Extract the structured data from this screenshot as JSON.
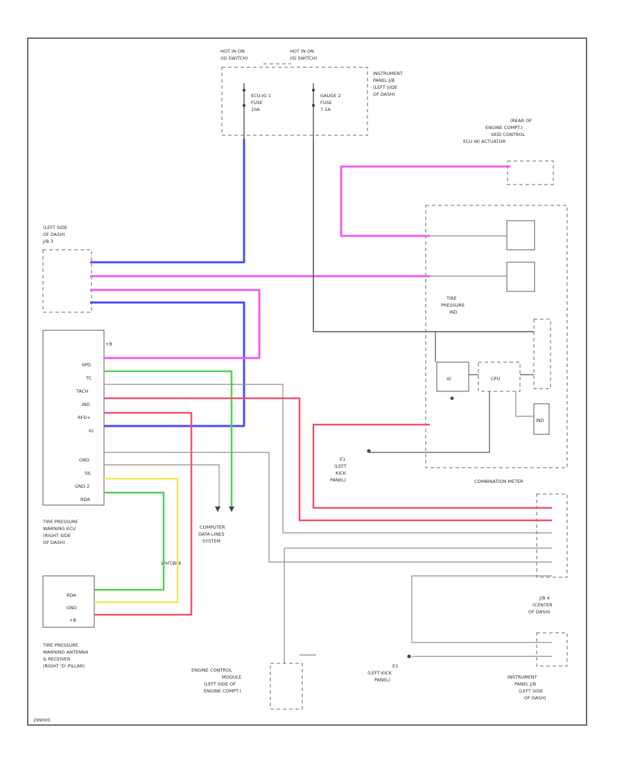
{
  "diagram": {
    "hot_feed_left": [
      "HOT IN ON",
      "(IG SWITCH)"
    ],
    "hot_feed_right": [
      "HOT IN ON",
      "(IG SWITCH)"
    ],
    "fuse_left": [
      "ECU-IG 1",
      "FUSE",
      "10A"
    ],
    "fuse_right": [
      "GAUGE 2",
      "FUSE",
      "7.5A"
    ],
    "instrument_panel_jb_top": [
      "INSTRUMENT",
      "PANEL J/B",
      "(LEFT SIDE",
      "OF DASH)"
    ],
    "engine_ecu_rear": [
      "(REAR OF",
      "ENGINE COMPT.)",
      "SKID CONTROL",
      "ECU W/ ACTUATOR"
    ],
    "left_side_of_dash": [
      "(LEFT SIDE",
      "OF DASH)",
      "J/B 3"
    ],
    "tire_pressure_warning_ecu": [
      "TIRE PRESSURE",
      "WARNING ECU",
      "(RIGHT SIDE",
      "OF DASH)"
    ],
    "ecu_pins": [
      "+B",
      "SPD",
      "TC",
      "TACH",
      "IND",
      "RFD+",
      "IG",
      "GND",
      "SIL",
      "GND 2",
      "RDA"
    ],
    "computer_data_lines": [
      "COMPUTER",
      "DATA LINES",
      "SYSTEM"
    ],
    "tire_pressure_indicator": [
      "TIRE",
      "PRESSURE",
      "IND"
    ],
    "cpu_label": "CPU",
    "ind_block": "IND",
    "gnd_block_label": "IG",
    "ground_e1_left_kick": [
      "E1",
      "(LEFT",
      "KICK",
      "PANEL)"
    ],
    "combination_meter": "COMBINATION METER",
    "antenna_receiver": [
      "TIRE PRESSURE",
      "WARNING ANTENNA",
      "& RECEIVER",
      "(RIGHT 'D' PILLAR)"
    ],
    "antenna_pins": [
      "RDA",
      "GND",
      "+B"
    ],
    "engine_control_module": [
      "ENGINE CONTROL",
      "MODULE",
      "(LEFT SIDE OF",
      "ENGINE COMPT.)"
    ],
    "ground_e1_bottom": [
      "E1",
      "(LEFT KICK",
      "PANEL)"
    ],
    "jb4_center": [
      "J/B 4",
      "(CENTER",
      "OF DASH)"
    ],
    "instrument_panel_jb_bottom": [
      "INSTRUMENT",
      "PANEL J/B",
      "(LEFT SIDE",
      "OF DASH)"
    ],
    "splice_label": "WHT/BLK",
    "footer_id": "299000",
    "wire_colors": {
      "blue": "#4a4af0",
      "magenta": "#f05af0",
      "green": "#4ad44a",
      "red": "#f0506e",
      "yellow": "#eaea50",
      "gray": "#8a8a8a",
      "dark": "#555555"
    }
  }
}
